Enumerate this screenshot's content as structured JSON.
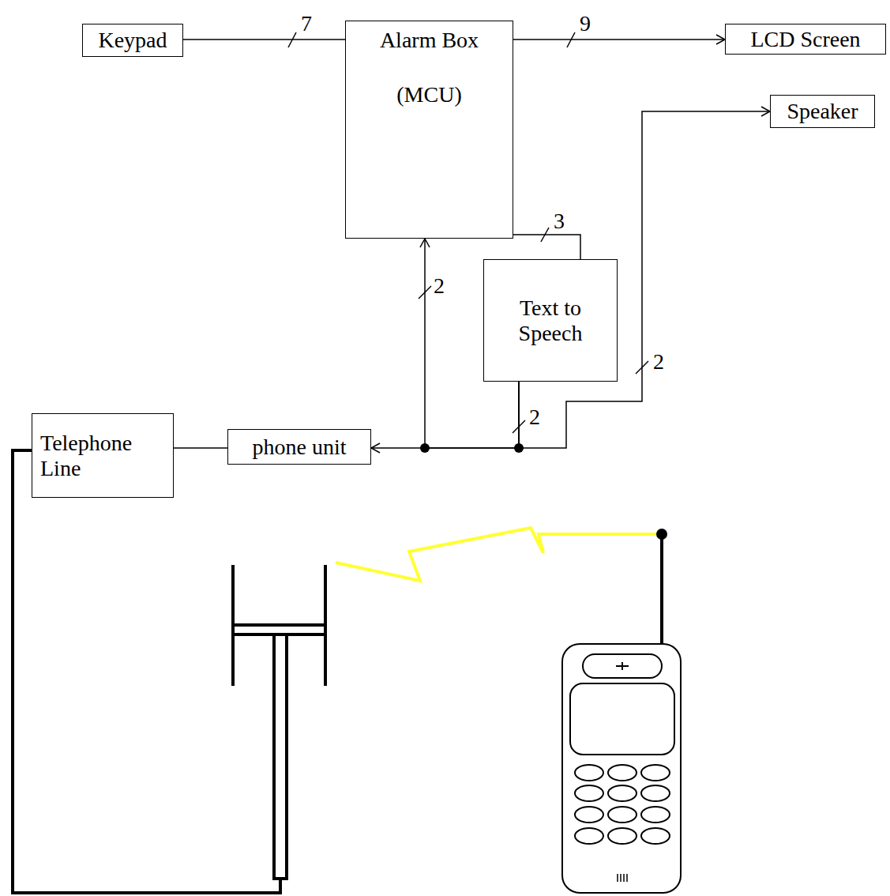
{
  "diagram": {
    "nodes": [
      {
        "text": [
          "Keypad"
        ]
      },
      {
        "text": [
          "Alarm Box",
          "(MCU)"
        ]
      },
      {
        "text": [
          "LCD Screen"
        ]
      },
      {
        "text": [
          "Speaker"
        ]
      },
      {
        "text": [
          "Text to Speech"
        ]
      },
      {
        "text": [
          "Telephone Line"
        ]
      },
      {
        "text": [
          "phone unit"
        ]
      }
    ],
    "edges": [
      {
        "from": 0,
        "to": 1,
        "arrow": "none",
        "label": "7"
      },
      {
        "from": 1,
        "to": 2,
        "arrow": "to",
        "label": "9"
      },
      {
        "from": 1,
        "to": 4,
        "arrow": "none",
        "label": "3"
      },
      {
        "from": 4,
        "to": 1,
        "arrow": "to",
        "label": "2"
      },
      {
        "from": 4,
        "to": 3,
        "arrow": "to",
        "label": "2"
      },
      {
        "from": 4,
        "to": 6,
        "arrow": "to",
        "label": "2"
      },
      {
        "from": 5,
        "to": 6,
        "arrow": "none"
      }
    ]
  }
}
